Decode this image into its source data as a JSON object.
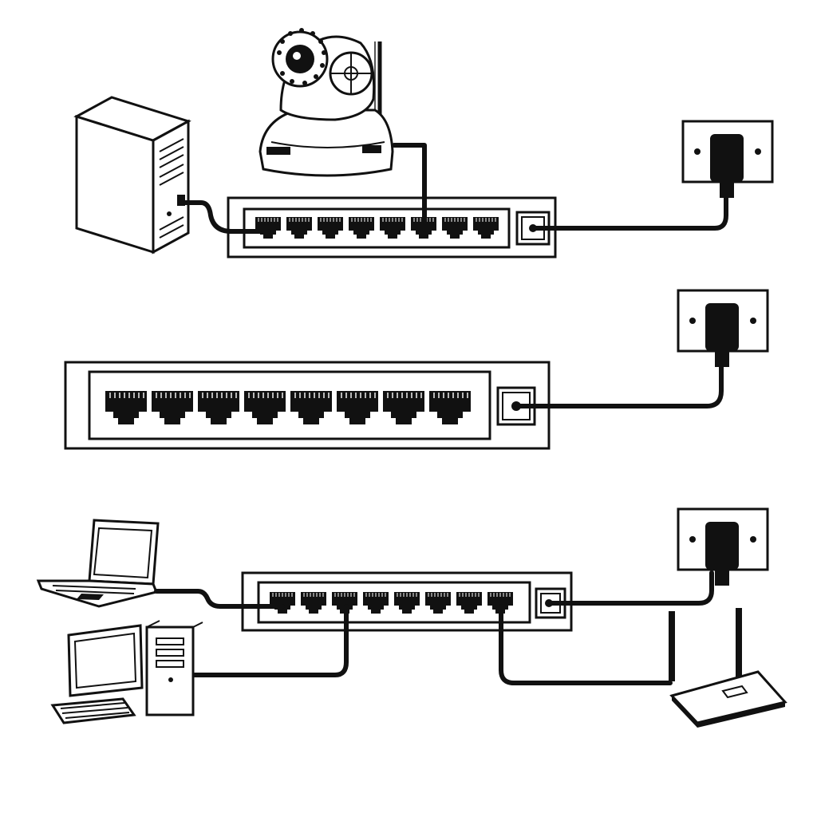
{
  "diagram": {
    "scenes": [
      {
        "name": "switch-with-server-and-camera",
        "switch_ports": 8,
        "devices": [
          "server-tower",
          "ip-camera",
          "wall-outlet"
        ]
      },
      {
        "name": "switch-standalone",
        "switch_ports": 8,
        "devices": [
          "wall-outlet"
        ]
      },
      {
        "name": "switch-with-laptop-desktop-router",
        "switch_ports": 8,
        "devices": [
          "laptop",
          "desktop-computer",
          "wifi-router",
          "wall-outlet"
        ]
      }
    ],
    "icons": [
      "server-tower-icon",
      "ip-camera-icon",
      "wall-outlet-icon",
      "power-adapter-icon",
      "ethernet-port-icon",
      "laptop-icon",
      "desktop-computer-icon",
      "keyboard-icon",
      "wifi-router-icon",
      "antenna-icon"
    ],
    "colors": {
      "line": "#111111",
      "background": "#ffffff"
    }
  }
}
